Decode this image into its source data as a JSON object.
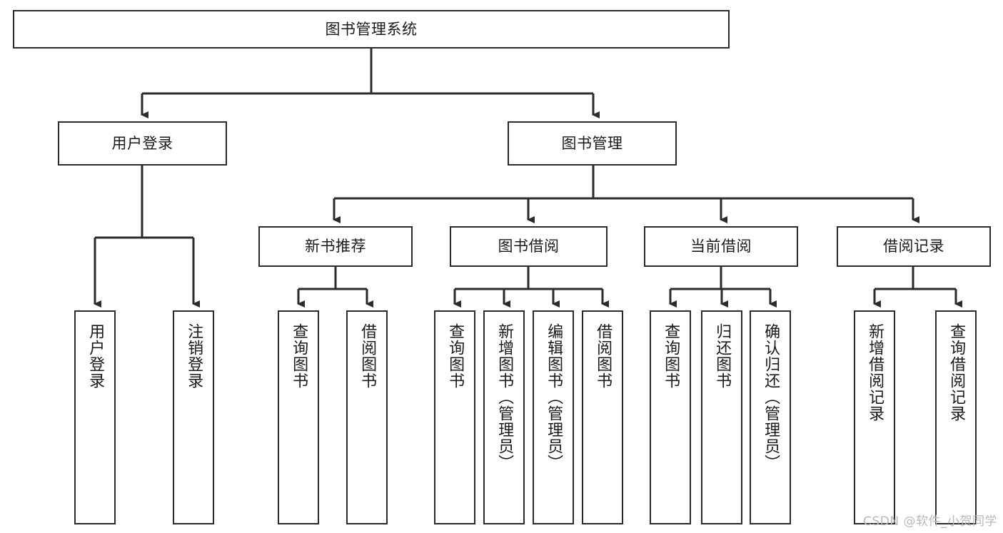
{
  "diagram": {
    "type": "tree-hierarchy",
    "title": "图书管理系统",
    "watermark": "CSDN @软件_小贺同学",
    "colors": {
      "box_border": "#2b2b2b",
      "box_fill": "#ffffff",
      "connector": "#2b2b2b",
      "text": "#1a1a1a",
      "watermark": "#b9b9b9",
      "background": "#ffffff"
    },
    "root": {
      "label": "图书管理系统"
    },
    "level2": [
      {
        "label": "用户登录"
      },
      {
        "label": "图书管理"
      }
    ],
    "level3": [
      {
        "label": "新书推荐"
      },
      {
        "label": "图书借阅"
      },
      {
        "label": "当前借阅"
      },
      {
        "label": "借阅记录"
      }
    ],
    "leaves": [
      {
        "label": "用户登录",
        "parent": "用户登录"
      },
      {
        "label": "注销登录",
        "parent": "用户登录"
      },
      {
        "label": "查询图书",
        "parent": "新书推荐"
      },
      {
        "label": "借阅图书",
        "parent": "新书推荐"
      },
      {
        "label": "查询图书",
        "parent": "图书借阅"
      },
      {
        "label": "新增图书（管理员）",
        "parent": "图书借阅"
      },
      {
        "label": "编辑图书（管理员）",
        "parent": "图书借阅"
      },
      {
        "label": "借阅图书",
        "parent": "图书借阅"
      },
      {
        "label": "查询图书",
        "parent": "当前借阅"
      },
      {
        "label": "归还图书",
        "parent": "当前借阅"
      },
      {
        "label": "确认归还（管理员）",
        "parent": "当前借阅"
      },
      {
        "label": "新增借阅记录",
        "parent": "借阅记录"
      },
      {
        "label": "查询借阅记录",
        "parent": "借阅记录"
      }
    ]
  }
}
